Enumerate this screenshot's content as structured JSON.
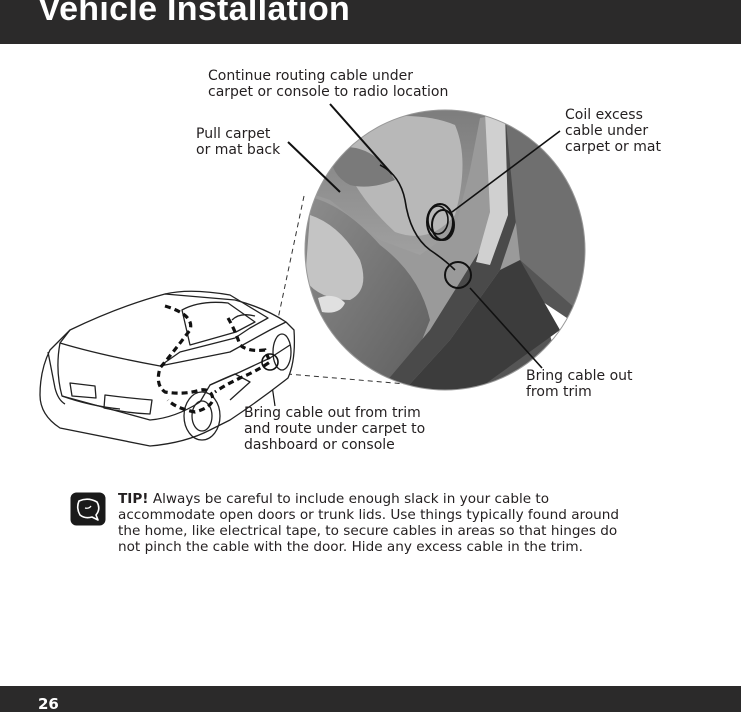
{
  "header": {
    "title": "Vehicle Installation"
  },
  "callouts": {
    "continue_routing": [
      "Continue routing cable under",
      "carpet or console to radio location"
    ],
    "pull_carpet": [
      "Pull carpet",
      "or mat back"
    ],
    "coil_excess": [
      "Coil excess",
      "cable under",
      "carpet or mat"
    ],
    "bring_out_trim": [
      "Bring cable out",
      "from trim"
    ],
    "bring_out_route": [
      "Bring cable out from trim",
      "and route under carpet to",
      "dashboard or console"
    ]
  },
  "tip": {
    "label": "TIP!",
    "icon": "speech-bubble-icon",
    "lines": [
      " Always be careful to include enough slack in your cable to",
      "accommodate open doors or trunk lids. Use things typically found around",
      "the home, like electrical tape, to secure cables in areas so that hinges do",
      "not pinch the cable with the door. Hide any excess cable in the trim."
    ]
  },
  "footer": {
    "page_number": "26"
  },
  "colors": {
    "bar": "#2b2a2a",
    "text": "#231f20"
  }
}
